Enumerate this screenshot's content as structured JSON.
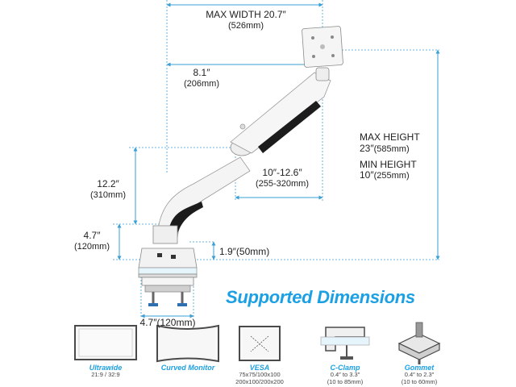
{
  "dimensions": {
    "max_width_label": "MAX WIDTH 20.7″",
    "max_width_mm": "(526mm)",
    "reach_label": "8.1″",
    "reach_mm": "(206mm)",
    "extension_label": "10″-12.6″",
    "extension_mm": "(255-320mm)",
    "max_height_label": "MAX HEIGHT",
    "max_height_value": "23″",
    "max_height_mm": "(585mm)",
    "min_height_label": "MIN HEIGHT",
    "min_height_value": "10″",
    "min_height_mm": "(255mm)",
    "arm_height_label": "12.2″",
    "arm_height_mm": "(310mm)",
    "base_height_label": "4.7″",
    "base_height_mm": "(120mm)",
    "offset_label": "1.9″(50mm)",
    "base_width_label": "4.7″(120mm)"
  },
  "heading": "Supported Dimensions",
  "features": [
    {
      "icon": "ultrawide-monitor-icon",
      "title": "Ultrawide",
      "lines": [
        "21:9 / 32:9"
      ]
    },
    {
      "icon": "curved-monitor-icon",
      "title": "Curved Monitor",
      "lines": []
    },
    {
      "icon": "vesa-pattern-icon",
      "title": "VESA",
      "lines": [
        "75x75/100x100",
        "200x100/200x200"
      ]
    },
    {
      "icon": "c-clamp-icon",
      "title": "C-Clamp",
      "lines": [
        "0.4″ to 3.3″",
        "(10 to 85mm)"
      ]
    },
    {
      "icon": "grommet-icon",
      "title": "Gommet",
      "lines": [
        "0.4″ to 2.3″",
        "(10 to 60mm)"
      ]
    }
  ],
  "colors": {
    "accent": "#1ba0e3",
    "dimension_line": "#3a9fd6",
    "arm": "#f2f2f2",
    "arm_shadow": "#1a1a1a"
  }
}
